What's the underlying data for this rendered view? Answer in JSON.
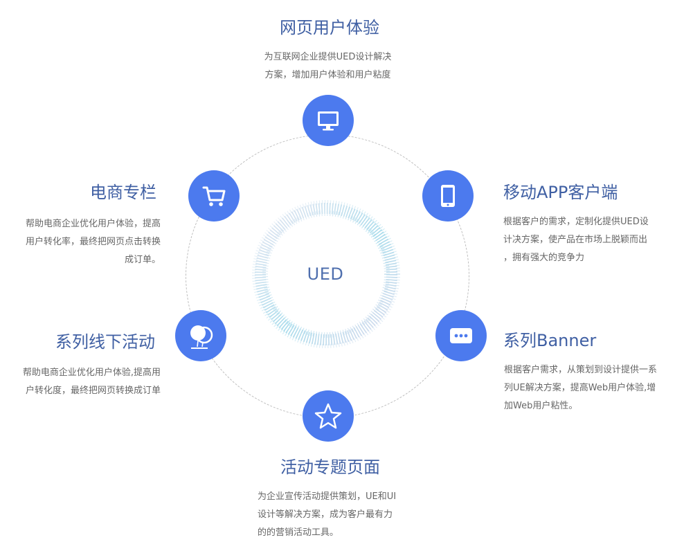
{
  "center": {
    "label": "UED"
  },
  "features": {
    "web": {
      "title": "网页用户体验",
      "desc": [
        "为互联网企业提供UED设计解决",
        "方案，增加用户体验和用户粘度"
      ],
      "icon": "monitor-icon"
    },
    "ecommerce": {
      "title": "电商专栏",
      "desc": [
        "帮助电商企业优化用户体验，提高",
        "用户转化率，最终把网页点击转换",
        "成订单。"
      ],
      "icon": "shopping-cart-icon"
    },
    "mobile": {
      "title": "移动APP客户端",
      "desc": [
        "根据客户的需求，定制化提供UED设",
        "计决方案，使产品在市场上脱颖而出",
        "，拥有强大的竞争力"
      ],
      "icon": "tablet-icon"
    },
    "offline": {
      "title": "系列线下活动",
      "desc": [
        "帮助电商企业优化用户体验,提高用",
        "户转化度，最终把网页转换成订单"
      ],
      "icon": "balloon-icon"
    },
    "banner": {
      "title": "系列Banner",
      "desc": [
        "根据客户需求，从策划到设计提供一系",
        "列UE解决方案，提高Web用户体验,增",
        "加Web用户粘性。"
      ],
      "icon": "more-dots-icon"
    },
    "campaign": {
      "title": "活动专题页面",
      "desc": [
        "为企业宣传活动提供策划，UE和UI",
        "设计等解决方案，成为客户最有力",
        "的的营销活动工具。"
      ],
      "icon": "star-icon"
    }
  },
  "colors": {
    "accent": "#4c7aee",
    "title": "#3f5fa3",
    "text": "#666666"
  }
}
